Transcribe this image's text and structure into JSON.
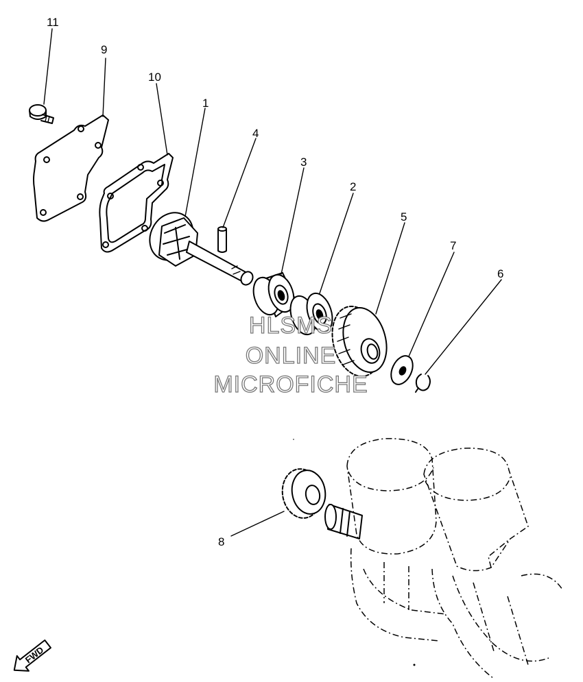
{
  "callouts": {
    "n1": "1",
    "n2": "2",
    "n3": "3",
    "n4": "4",
    "n5": "5",
    "n6": "6",
    "n7": "7",
    "n8": "8",
    "n9": "9",
    "n10": "10",
    "n11": "11"
  },
  "watermark": {
    "line1": "HLSMS",
    "line2": "ONLINE",
    "line3": "MICROFICHE"
  },
  "fwd_label": "FWD"
}
